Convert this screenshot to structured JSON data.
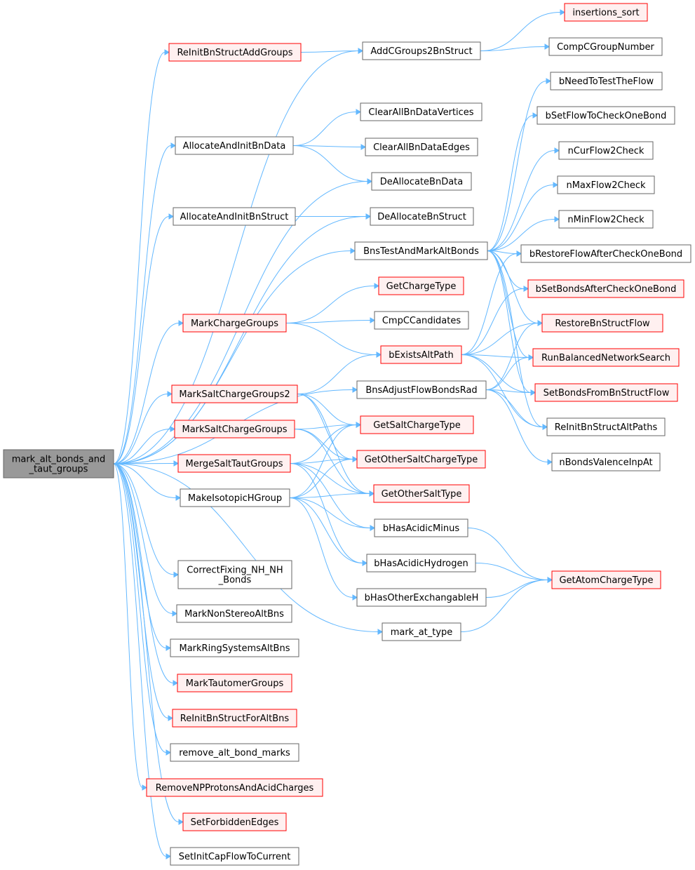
{
  "colors": {
    "edge": "#63b8ff",
    "box_border_normal": "#666666",
    "box_border_truncated": "#ff0000",
    "box_fill_normal": "#ffffff",
    "box_fill_truncated": "#fff0f0",
    "root_fill": "#999999",
    "root_border": "#666666"
  },
  "nodes": [
    {
      "id": "root",
      "lines": [
        "mark_alt_bonds_and",
        "_taut_groups"
      ],
      "style": "root"
    },
    {
      "id": "reinit_add_groups",
      "lines": [
        "ReInitBnStructAddGroups"
      ],
      "style": "truncated"
    },
    {
      "id": "allocate_bn_data",
      "lines": [
        "AllocateAndInitBnData"
      ],
      "style": "normal"
    },
    {
      "id": "allocate_bn_struct",
      "lines": [
        "AllocateAndInitBnStruct"
      ],
      "style": "normal"
    },
    {
      "id": "mark_charge_groups",
      "lines": [
        "MarkChargeGroups"
      ],
      "style": "truncated"
    },
    {
      "id": "mark_salt2",
      "lines": [
        "MarkSaltChargeGroups2"
      ],
      "style": "truncated"
    },
    {
      "id": "mark_salt",
      "lines": [
        "MarkSaltChargeGroups"
      ],
      "style": "truncated"
    },
    {
      "id": "merge_salt",
      "lines": [
        "MergeSaltTautGroups"
      ],
      "style": "truncated"
    },
    {
      "id": "make_isotopic",
      "lines": [
        "MakeIsotopicHGroup"
      ],
      "style": "normal"
    },
    {
      "id": "correct_fixing",
      "lines": [
        "CorrectFixing_NH_NH",
        "_Bonds"
      ],
      "style": "normal"
    },
    {
      "id": "mark_nonstereo",
      "lines": [
        "MarkNonStereoAltBns"
      ],
      "style": "normal"
    },
    {
      "id": "mark_ring",
      "lines": [
        "MarkRingSystemsAltBns"
      ],
      "style": "normal"
    },
    {
      "id": "mark_tautomer",
      "lines": [
        "MarkTautomerGroups"
      ],
      "style": "truncated"
    },
    {
      "id": "reinit_altbns",
      "lines": [
        "ReInitBnStructForAltBns"
      ],
      "style": "truncated"
    },
    {
      "id": "remove_alt",
      "lines": [
        "remove_alt_bond_marks"
      ],
      "style": "normal"
    },
    {
      "id": "remove_np",
      "lines": [
        "RemoveNPProtonsAndAcidCharges"
      ],
      "style": "truncated"
    },
    {
      "id": "set_forbidden",
      "lines": [
        "SetForbiddenEdges"
      ],
      "style": "truncated"
    },
    {
      "id": "set_init_cap",
      "lines": [
        "SetInitCapFlowToCurrent"
      ],
      "style": "normal"
    },
    {
      "id": "add_cgroups",
      "lines": [
        "AddCGroups2BnStruct"
      ],
      "style": "normal"
    },
    {
      "id": "clear_vertices",
      "lines": [
        "ClearAllBnDataVertices"
      ],
      "style": "normal"
    },
    {
      "id": "clear_edges",
      "lines": [
        "ClearAllBnDataEdges"
      ],
      "style": "normal"
    },
    {
      "id": "dealloc_data",
      "lines": [
        "DeAllocateBnData"
      ],
      "style": "normal"
    },
    {
      "id": "dealloc_struct",
      "lines": [
        "DeAllocateBnStruct"
      ],
      "style": "normal"
    },
    {
      "id": "bns_test",
      "lines": [
        "BnsTestAndMarkAltBonds"
      ],
      "style": "normal"
    },
    {
      "id": "get_charge_type",
      "lines": [
        "GetChargeType"
      ],
      "style": "truncated"
    },
    {
      "id": "cmp_candidates",
      "lines": [
        "CmpCCandidates"
      ],
      "style": "normal"
    },
    {
      "id": "b_exists_alt",
      "lines": [
        "bExistsAltPath"
      ],
      "style": "truncated"
    },
    {
      "id": "bns_adjust",
      "lines": [
        "BnsAdjustFlowBondsRad"
      ],
      "style": "normal"
    },
    {
      "id": "get_salt_charge",
      "lines": [
        "GetSaltChargeType"
      ],
      "style": "truncated"
    },
    {
      "id": "get_other_salt_charge",
      "lines": [
        "GetOtherSaltChargeType"
      ],
      "style": "truncated"
    },
    {
      "id": "get_other_salt_type",
      "lines": [
        "GetOtherSaltType"
      ],
      "style": "truncated"
    },
    {
      "id": "b_has_acidic_minus",
      "lines": [
        "bHasAcidicMinus"
      ],
      "style": "normal"
    },
    {
      "id": "b_has_acidic_h",
      "lines": [
        "bHasAcidicHydrogen"
      ],
      "style": "normal"
    },
    {
      "id": "b_has_other_exch",
      "lines": [
        "bHasOtherExchangableH"
      ],
      "style": "normal"
    },
    {
      "id": "mark_at_type",
      "lines": [
        "mark_at_type"
      ],
      "style": "normal"
    },
    {
      "id": "insertions_sort",
      "lines": [
        "insertions_sort"
      ],
      "style": "truncated"
    },
    {
      "id": "comp_cgroup",
      "lines": [
        "CompCGroupNumber"
      ],
      "style": "normal"
    },
    {
      "id": "b_need_test",
      "lines": [
        "bNeedToTestTheFlow"
      ],
      "style": "normal"
    },
    {
      "id": "b_set_flow",
      "lines": [
        "bSetFlowToCheckOneBond"
      ],
      "style": "normal"
    },
    {
      "id": "n_cur_flow",
      "lines": [
        "nCurFlow2Check"
      ],
      "style": "normal"
    },
    {
      "id": "n_max_flow",
      "lines": [
        "nMaxFlow2Check"
      ],
      "style": "normal"
    },
    {
      "id": "n_min_flow",
      "lines": [
        "nMinFlow2Check"
      ],
      "style": "normal"
    },
    {
      "id": "b_restore_flow",
      "lines": [
        "bRestoreFlowAfterCheckOneBond"
      ],
      "style": "normal"
    },
    {
      "id": "b_set_bonds",
      "lines": [
        "bSetBondsAfterCheckOneBond"
      ],
      "style": "truncated"
    },
    {
      "id": "restore_bn",
      "lines": [
        "RestoreBnStructFlow"
      ],
      "style": "truncated"
    },
    {
      "id": "run_balanced",
      "lines": [
        "RunBalancedNetworkSearch"
      ],
      "style": "truncated"
    },
    {
      "id": "set_bonds_from",
      "lines": [
        "SetBondsFromBnStructFlow"
      ],
      "style": "truncated"
    },
    {
      "id": "reinit_altpaths",
      "lines": [
        "ReInitBnStructAltPaths"
      ],
      "style": "normal"
    },
    {
      "id": "n_bonds_valence",
      "lines": [
        "nBondsValenceInpAt"
      ],
      "style": "normal"
    },
    {
      "id": "get_atom_charge",
      "lines": [
        "GetAtomChargeType"
      ],
      "style": "truncated"
    }
  ],
  "edges": [
    [
      "root",
      "reinit_add_groups"
    ],
    [
      "root",
      "add_cgroups"
    ],
    [
      "root",
      "allocate_bn_data"
    ],
    [
      "root",
      "dealloc_data"
    ],
    [
      "root",
      "allocate_bn_struct"
    ],
    [
      "root",
      "dealloc_struct"
    ],
    [
      "root",
      "bns_test"
    ],
    [
      "root",
      "mark_charge_groups"
    ],
    [
      "root",
      "bns_adjust"
    ],
    [
      "root",
      "mark_salt2"
    ],
    [
      "root",
      "mark_salt"
    ],
    [
      "root",
      "merge_salt"
    ],
    [
      "root",
      "make_isotopic"
    ],
    [
      "root",
      "mark_at_type"
    ],
    [
      "root",
      "correct_fixing"
    ],
    [
      "root",
      "mark_nonstereo"
    ],
    [
      "root",
      "mark_ring"
    ],
    [
      "root",
      "mark_tautomer"
    ],
    [
      "root",
      "reinit_altbns"
    ],
    [
      "root",
      "remove_alt"
    ],
    [
      "root",
      "remove_np"
    ],
    [
      "root",
      "set_forbidden"
    ],
    [
      "root",
      "set_init_cap"
    ],
    [
      "reinit_add_groups",
      "add_cgroups"
    ],
    [
      "add_cgroups",
      "insertions_sort"
    ],
    [
      "add_cgroups",
      "comp_cgroup"
    ],
    [
      "allocate_bn_data",
      "clear_vertices"
    ],
    [
      "allocate_bn_data",
      "clear_edges"
    ],
    [
      "allocate_bn_data",
      "dealloc_data"
    ],
    [
      "allocate_bn_struct",
      "dealloc_struct"
    ],
    [
      "mark_charge_groups",
      "get_charge_type"
    ],
    [
      "mark_charge_groups",
      "cmp_candidates"
    ],
    [
      "mark_charge_groups",
      "b_exists_alt"
    ],
    [
      "mark_salt2",
      "b_exists_alt"
    ],
    [
      "mark_salt2",
      "get_salt_charge"
    ],
    [
      "mark_salt2",
      "get_other_salt_charge"
    ],
    [
      "mark_salt2",
      "get_other_salt_type"
    ],
    [
      "mark_salt",
      "get_salt_charge"
    ],
    [
      "mark_salt",
      "get_other_salt_charge"
    ],
    [
      "mark_salt",
      "get_other_salt_type"
    ],
    [
      "merge_salt",
      "get_salt_charge"
    ],
    [
      "merge_salt",
      "get_other_salt_charge"
    ],
    [
      "merge_salt",
      "get_other_salt_type"
    ],
    [
      "merge_salt",
      "b_has_acidic_minus"
    ],
    [
      "merge_salt",
      "b_has_acidic_h"
    ],
    [
      "make_isotopic",
      "get_salt_charge"
    ],
    [
      "make_isotopic",
      "get_other_salt_charge"
    ],
    [
      "make_isotopic",
      "get_other_salt_type"
    ],
    [
      "make_isotopic",
      "b_has_acidic_minus"
    ],
    [
      "make_isotopic",
      "b_has_acidic_h"
    ],
    [
      "make_isotopic",
      "b_has_other_exch"
    ],
    [
      "bns_test",
      "b_need_test"
    ],
    [
      "bns_test",
      "b_set_flow"
    ],
    [
      "bns_test",
      "n_cur_flow"
    ],
    [
      "bns_test",
      "n_max_flow"
    ],
    [
      "bns_test",
      "n_min_flow"
    ],
    [
      "bns_test",
      "b_restore_flow"
    ],
    [
      "bns_test",
      "b_set_bonds"
    ],
    [
      "bns_test",
      "restore_bn"
    ],
    [
      "bns_test",
      "run_balanced"
    ],
    [
      "bns_test",
      "set_bonds_from"
    ],
    [
      "bns_test",
      "reinit_altpaths"
    ],
    [
      "b_exists_alt",
      "b_restore_flow"
    ],
    [
      "b_exists_alt",
      "b_set_bonds"
    ],
    [
      "b_exists_alt",
      "restore_bn"
    ],
    [
      "b_exists_alt",
      "run_balanced"
    ],
    [
      "b_exists_alt",
      "set_bonds_from"
    ],
    [
      "b_exists_alt",
      "reinit_altpaths"
    ],
    [
      "bns_adjust",
      "restore_bn"
    ],
    [
      "bns_adjust",
      "run_balanced"
    ],
    [
      "bns_adjust",
      "set_bonds_from"
    ],
    [
      "bns_adjust",
      "reinit_altpaths"
    ],
    [
      "bns_adjust",
      "n_bonds_valence"
    ],
    [
      "b_has_acidic_minus",
      "get_atom_charge"
    ],
    [
      "b_has_acidic_h",
      "get_atom_charge"
    ],
    [
      "b_has_other_exch",
      "get_atom_charge"
    ],
    [
      "mark_at_type",
      "get_atom_charge"
    ]
  ]
}
